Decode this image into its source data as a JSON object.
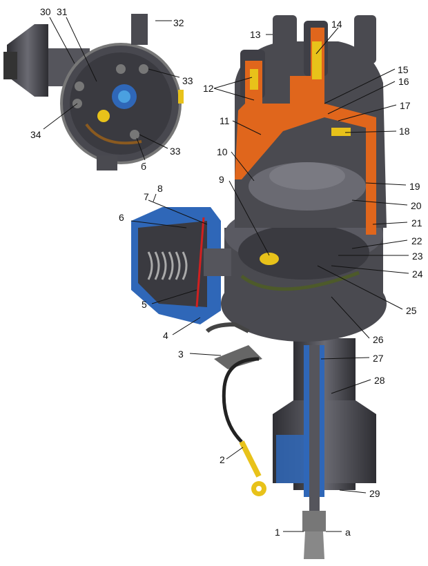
{
  "title": "Ignition distributor cutaway diagram",
  "colors": {
    "body": "#4a4a50",
    "cutaway": "#e0661c",
    "blue": "#2f67b8",
    "yellow": "#e8c21a",
    "wire": "#6b4a1a"
  },
  "inset_labels": [
    "30",
    "31",
    "32",
    "33",
    "34",
    "33",
    "б"
  ],
  "labels": [
    "13",
    "14",
    "15",
    "16",
    "17",
    "18",
    "12",
    "11",
    "10",
    "19",
    "20",
    "21",
    "22",
    "23",
    "24",
    "25",
    "26",
    "27",
    "28",
    "29",
    "9",
    "8",
    "7",
    "6",
    "5",
    "4",
    "3",
    "2",
    "1",
    "a"
  ]
}
